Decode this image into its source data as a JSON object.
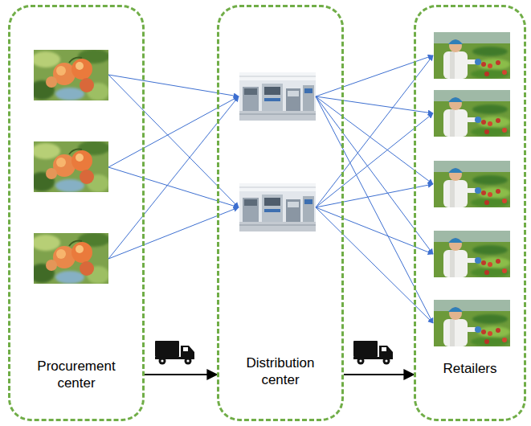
{
  "diagram": {
    "nodes": [
      {
        "text": [
          "Procurement center"
        ]
      },
      {
        "text": [
          "Distribution center"
        ]
      },
      {
        "text": [
          "Retailers"
        ]
      }
    ],
    "edges": [
      {
        "from": 0,
        "to": 1,
        "arrow": "to"
      },
      {
        "from": 1,
        "to": 2,
        "arrow": "to"
      }
    ]
  }
}
